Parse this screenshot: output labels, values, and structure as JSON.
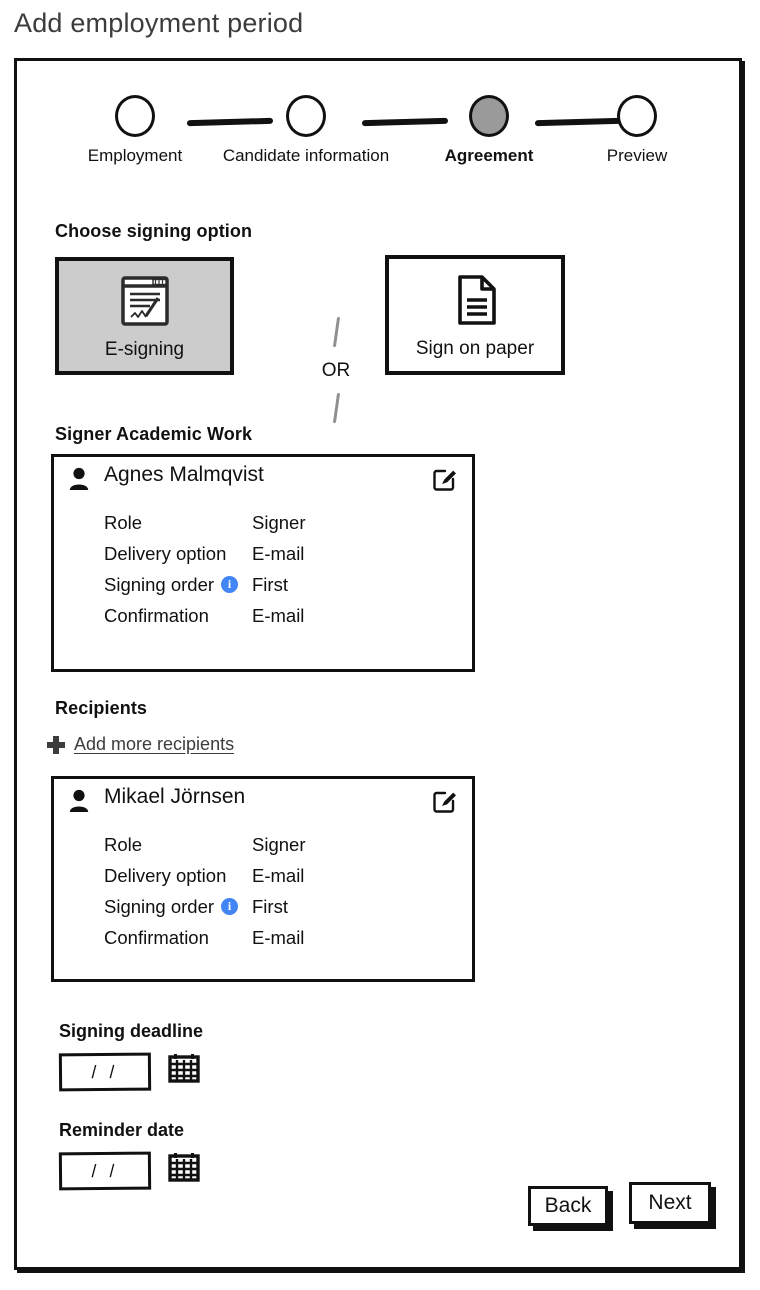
{
  "page": {
    "title": "Add employment period"
  },
  "stepper": {
    "steps": [
      {
        "label": "Employment",
        "state": "pending"
      },
      {
        "label": "Candidate information",
        "state": "pending"
      },
      {
        "label": "Agreement",
        "state": "current"
      },
      {
        "label": "Preview",
        "state": "pending"
      }
    ]
  },
  "signing_option": {
    "heading": "Choose signing option",
    "divider_text": "OR",
    "options": [
      {
        "label": "E-signing",
        "icon": "document-signature-icon",
        "selected": true
      },
      {
        "label": "Sign on paper",
        "icon": "document-page-icon",
        "selected": false
      }
    ]
  },
  "signer_section": {
    "heading": "Signer Academic Work",
    "card": {
      "name": "Agnes Malmqvist",
      "person_icon": "person-icon",
      "edit_icon": "edit-pencil-icon",
      "rows": [
        {
          "label": "Role",
          "value": "Signer",
          "info": false
        },
        {
          "label": "Delivery option",
          "value": "E-mail",
          "info": false
        },
        {
          "label": "Signing order",
          "value": "First",
          "info": true,
          "info_glyph": "i"
        },
        {
          "label": "Confirmation",
          "value": "E-mail",
          "info": false
        }
      ]
    }
  },
  "recipients_section": {
    "heading": "Recipients",
    "add_link": "Add more recipients",
    "add_icon": "plus-icon",
    "card": {
      "name": "Mikael Jörnsen",
      "person_icon": "person-icon",
      "edit_icon": "edit-pencil-icon",
      "rows": [
        {
          "label": "Role",
          "value": "Signer",
          "info": false
        },
        {
          "label": "Delivery option",
          "value": "E-mail",
          "info": false
        },
        {
          "label": "Signing order",
          "value": "First",
          "info": true,
          "info_glyph": "i"
        },
        {
          "label": "Confirmation",
          "value": "E-mail",
          "info": false
        }
      ]
    }
  },
  "dates": {
    "signing_deadline": {
      "label": "Signing deadline",
      "value": "",
      "placeholder": "/ /",
      "calendar_icon": "calendar-icon"
    },
    "reminder_date": {
      "label": "Reminder date",
      "value": "",
      "placeholder": "/ /",
      "calendar_icon": "calendar-icon"
    }
  },
  "footer": {
    "back_label": "Back",
    "next_label": "Next"
  },
  "colors": {
    "ink": "#111111",
    "selected_fill": "#cccccc",
    "step_current_fill": "#9a9a9a",
    "info_blue": "#4285f4",
    "link_gray": "#3c3c3c"
  }
}
